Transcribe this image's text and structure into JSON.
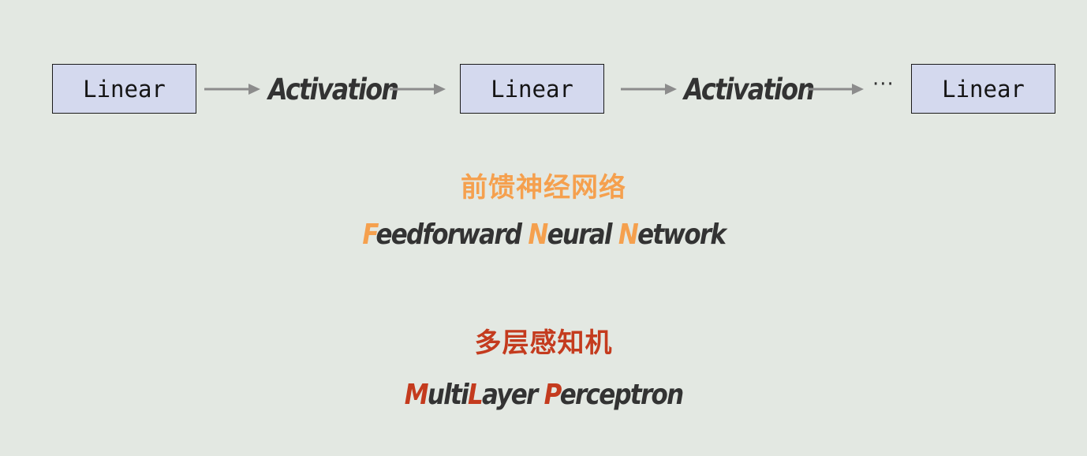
{
  "pipeline": {
    "box1": "Linear",
    "act1": "Activation",
    "box2": "Linear",
    "act2": "Activation",
    "ellipsis": "···",
    "box3": "Linear"
  },
  "ffn": {
    "chinese": "前馈神经网络",
    "p1": "F",
    "p2": "eedforward ",
    "p3": "N",
    "p4": "eural ",
    "p5": "N",
    "p6": "etwork"
  },
  "mlp": {
    "chinese": "多层感知机",
    "p1": "M",
    "p2": "ulti",
    "p3": "L",
    "p4": "ayer ",
    "p5": "P",
    "p6": "erceptron"
  },
  "colors": {
    "background": "#e3e8e2",
    "box_fill": "#d4d9ee",
    "orange_accent": "#f5a04e",
    "red_accent": "#c43b1e",
    "arrow": "#8c8c8c",
    "text": "#333333"
  }
}
